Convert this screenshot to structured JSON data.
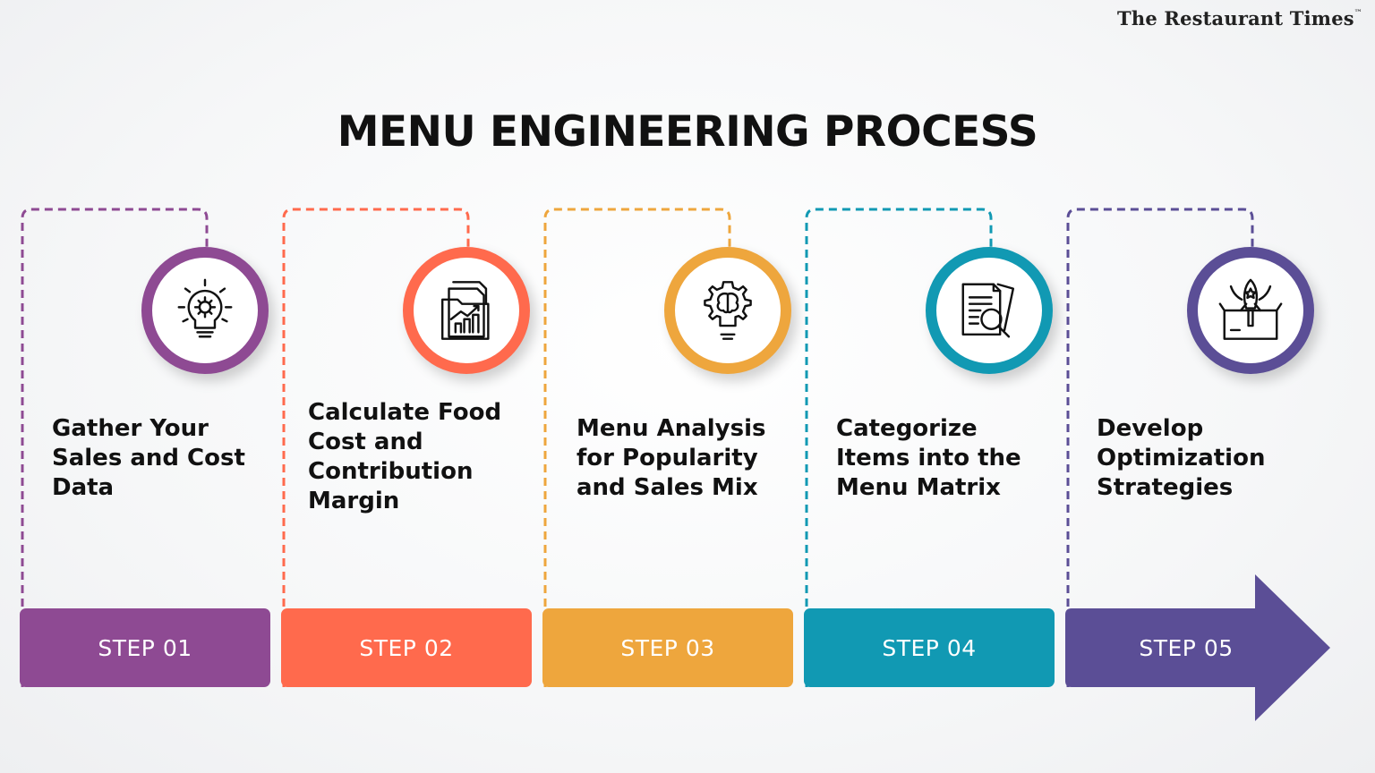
{
  "brand": "The Restaurant Times",
  "brand_tm": "™",
  "title": "MENU ENGINEERING PROCESS",
  "steps": [
    {
      "label": "Gather Your Sales and Cost Data",
      "step": "STEP 01",
      "color": "#8e4a93",
      "icon": "lightbulb-gear-icon"
    },
    {
      "label": "Calculate Food Cost and Contribution Margin",
      "step": "STEP 02",
      "color": "#ff6a4d",
      "icon": "documents-chart-icon"
    },
    {
      "label": "Menu Analysis for Popularity and Sales Mix",
      "step": "STEP 03",
      "color": "#eea63d",
      "icon": "brain-bulb-gear-icon"
    },
    {
      "label": "Categorize Items into the Menu Matrix",
      "step": "STEP 04",
      "color": "#1199b3",
      "icon": "document-magnifier-icon"
    },
    {
      "label": "Develop Optimization Strategies",
      "step": "STEP 05",
      "color": "#5b4e96",
      "icon": "rocket-box-icon"
    }
  ]
}
